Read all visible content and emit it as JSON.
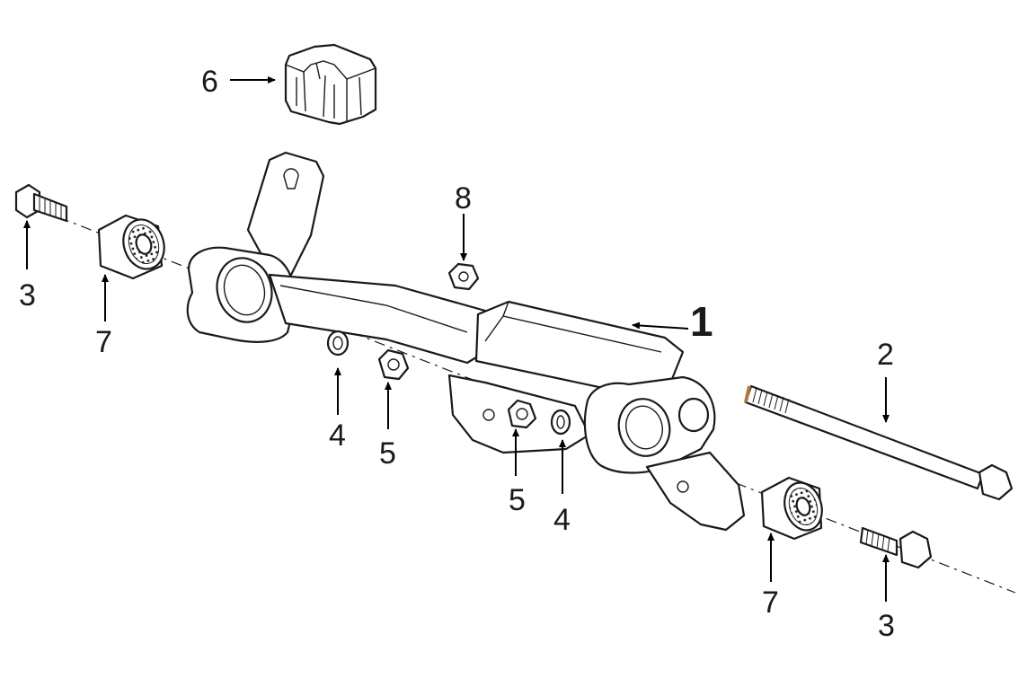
{
  "diagram": {
    "callouts": {
      "c1": "1",
      "c2": "2",
      "c3_left": "3",
      "c3_right": "3",
      "c4_left": "4",
      "c4_right": "4",
      "c5_left": "5",
      "c5_right": "5",
      "c6": "6",
      "c7_left": "7",
      "c7_right": "7",
      "c8": "8"
    },
    "colors": {
      "line": "#1a1a1a",
      "thread_accent": "#b07a3a"
    }
  }
}
